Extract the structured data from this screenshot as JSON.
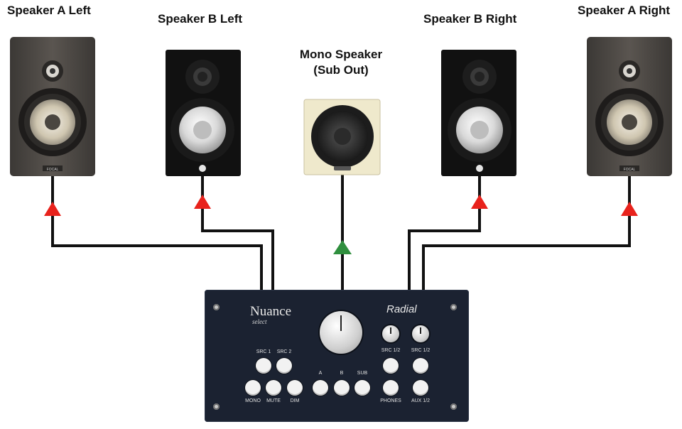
{
  "labels": {
    "speaker_a_left": "Speaker A Left",
    "speaker_b_left": "Speaker B Left",
    "mono_line1": "Mono Speaker",
    "mono_line2": "(Sub Out)",
    "speaker_b_right": "Speaker B Right",
    "speaker_a_right": "Speaker A Right"
  },
  "speaker_badges": {
    "focal": "FOCAL"
  },
  "device": {
    "brand": "Nuance",
    "brand_sub": "select",
    "maker": "Radial",
    "buttons": {
      "src1": "SRC 1",
      "src2": "SRC 2",
      "mono": "MONO",
      "mute": "MUTE",
      "dim": "DIM",
      "a": "A",
      "b": "B",
      "sub": "SUB",
      "knob_src_left": "SRC 1/2",
      "knob_src_right": "SRC 1/2",
      "phones": "PHONES",
      "aux": "AUX 1/2"
    }
  },
  "colors": {
    "arrow_out": "#e8221c",
    "arrow_sub": "#2f8f3e",
    "wire": "#111111",
    "device_body": "#1b2231"
  }
}
